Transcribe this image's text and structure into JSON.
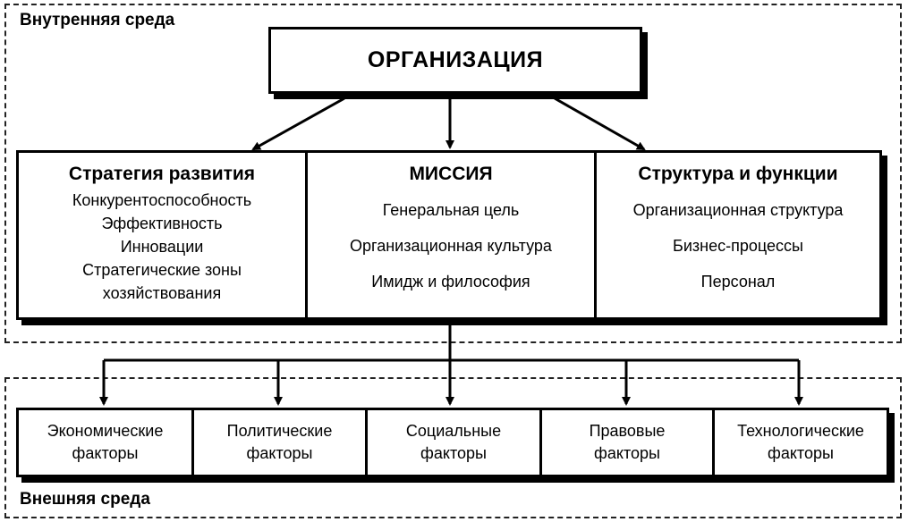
{
  "internal_env": {
    "label": "Внутренняя среда"
  },
  "external_env": {
    "label": "Внешняя среда"
  },
  "organization": {
    "title": "ОРГАНИЗАЦИЯ"
  },
  "columns": [
    {
      "title": "Стратегия развития",
      "items": [
        "Конкурентоспособность",
        "Эффективность",
        "Инновации",
        "Стратегические зоны",
        "хозяйствования"
      ]
    },
    {
      "title": "МИССИЯ",
      "items": [
        "Генеральная цель",
        "Организационная культура",
        "Имидж и философия"
      ]
    },
    {
      "title": "Структура и функции",
      "items": [
        "Организационная структура",
        "Бизнес-процессы",
        "Персонал"
      ]
    }
  ],
  "factors": [
    {
      "line1": "Экономические",
      "line2": "факторы"
    },
    {
      "line1": "Политические",
      "line2": "факторы"
    },
    {
      "line1": "Социальные",
      "line2": "факторы"
    },
    {
      "line1": "Правовые",
      "line2": "факторы"
    },
    {
      "line1": "Технологические",
      "line2": "факторы"
    }
  ]
}
